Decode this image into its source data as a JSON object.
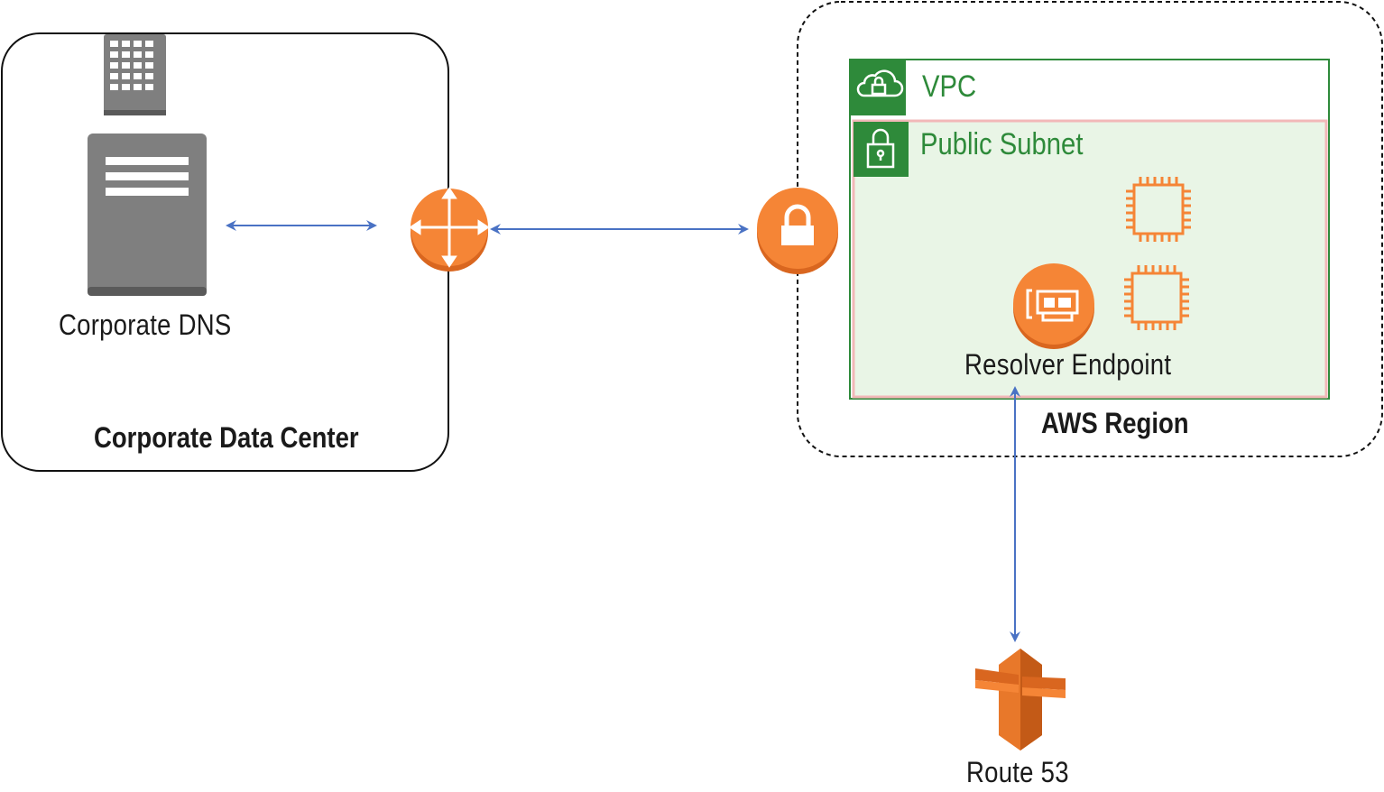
{
  "labels": {
    "corporate_dns": "Corporate DNS",
    "corporate_data_center": "Corporate Data Center",
    "vpc": "VPC",
    "public_subnet": "Public Subnet",
    "resolver_endpoint": "Resolver Endpoint",
    "aws_region": "AWS Region",
    "route53": "Route 53"
  },
  "colors": {
    "orange": "#f58536",
    "orange_dark": "#d9661f",
    "green": "#2e8a3a",
    "subnet_fill": "#e9f5e6",
    "subnet_border": "#f2b8b8",
    "arrow": "#4a72c4",
    "server_gray": "#7f7f7f"
  },
  "icons": [
    "building-icon",
    "server-icon",
    "router-icon",
    "vpn-gateway-icon",
    "vpc-cloud-icon",
    "subnet-lock-icon",
    "ec2-instance-icon",
    "network-interface-icon",
    "route53-icon"
  ]
}
